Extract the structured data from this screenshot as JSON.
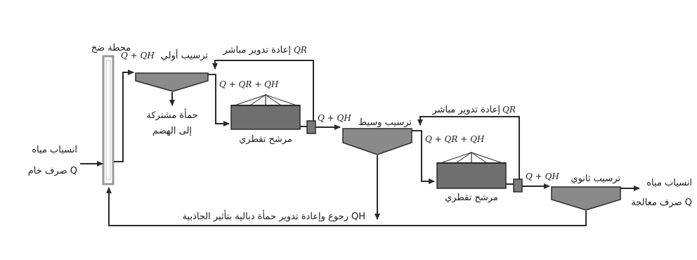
{
  "colors": {
    "ink": "#2a2a2a",
    "tank_fill": "#8a8a8a",
    "tank_dark": "#6f6f6f",
    "pump_station_stroke": "#9a9a9a"
  },
  "labels": {
    "pump_station": "محطة ضخ",
    "raw_inflow_line1": "انسياب مياه",
    "raw_inflow_line2": "صرف خام Q",
    "primary_sedimentation": "ترسيب أولي",
    "primary_flow": "Q + QH",
    "direct_recirc_1": "إعادة تدوير مباشر",
    "direct_recirc_1_sym": "QR",
    "combined_solids_line1": "حمأة مشتركة",
    "combined_solids_line2": "إلى الهضم",
    "filter1_flow": "Q + QR + QH",
    "trickling_filter_1": "مرشح تقطري",
    "intermediate_flow": "Q + QH",
    "intermediate_sedimentation": "ترسيب وسيط",
    "direct_recirc_2": "إعادة تدوير مباشر",
    "direct_recirc_2_sym": "QR",
    "filter2_flow": "Q + QR + QH",
    "trickling_filter_2": "مرشح تقطري",
    "secondary_flow": "Q + QH",
    "secondary_sedimentation": "ترسيب ثانوي",
    "treated_outflow_line1": "انسياب مياه",
    "treated_outflow_line2": "صرف معالجة Q",
    "gravity_return": "رجوع وإعادة تدوير حمأة دبالية بتأثير الجاذبية QH"
  }
}
